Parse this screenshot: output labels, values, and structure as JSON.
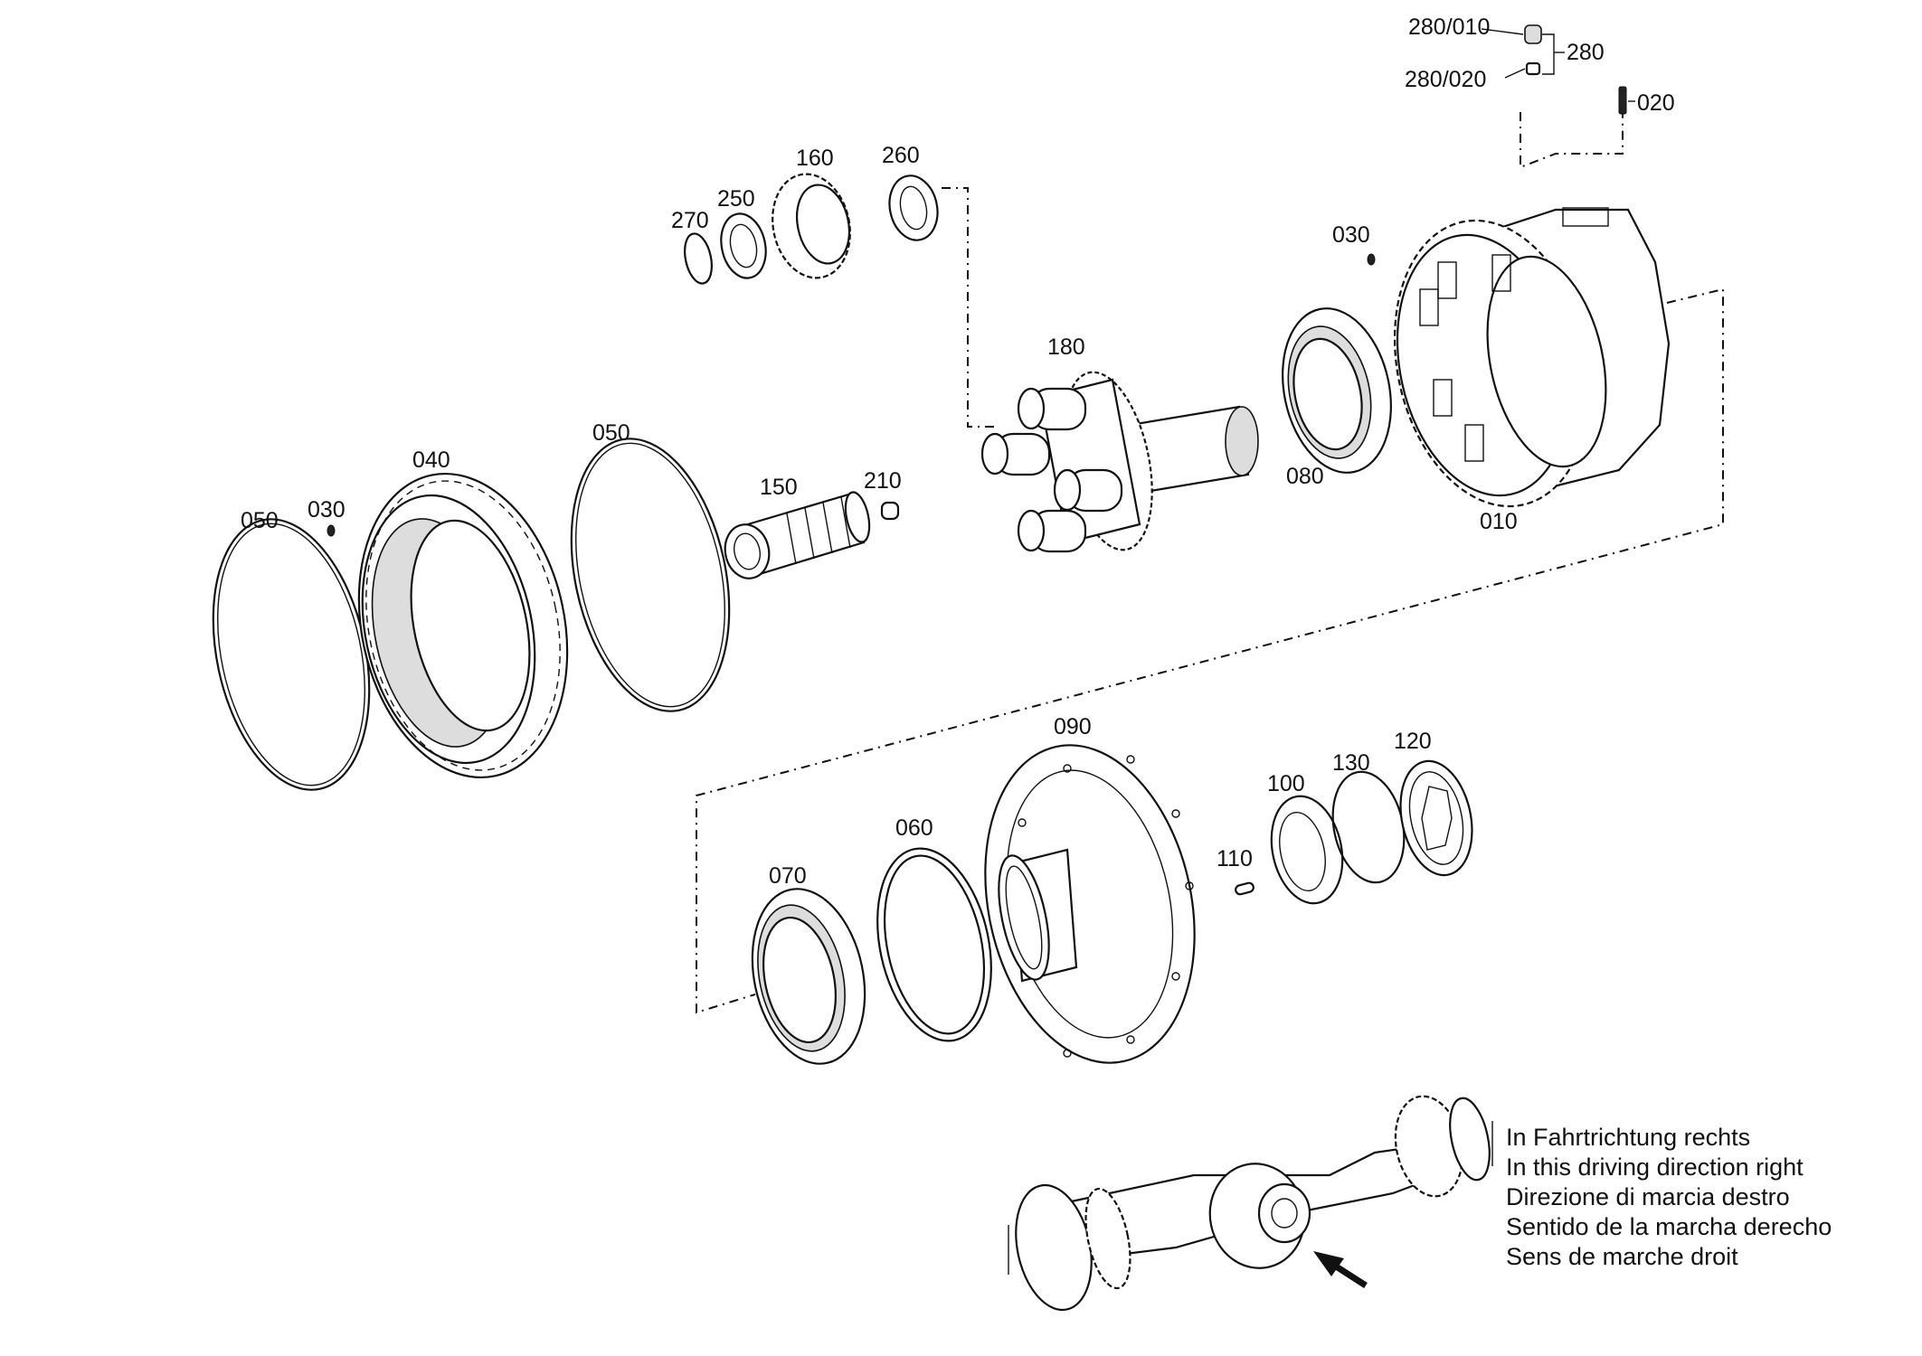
{
  "labels": {
    "l280_010": "280/010",
    "l280": "280",
    "l280_020": "280/020",
    "l020": "020",
    "l030_top": "030",
    "l010": "010",
    "l080": "080",
    "l180": "180",
    "l160": "160",
    "l260": "260",
    "l250": "250",
    "l270": "270",
    "l150": "150",
    "l210": "210",
    "l050_right": "050",
    "l040": "040",
    "l030_left": "030",
    "l050_left": "050",
    "l090": "090",
    "l060": "060",
    "l070": "070",
    "l110": "110",
    "l100": "100",
    "l130": "130",
    "l120": "120"
  },
  "caption": {
    "line1": "In Fahrtrichtung rechts",
    "line2": "In this driving direction right",
    "line3": "Direzione di marcia destro",
    "line4": "Sentido de la marcha derecho",
    "line5": "Sens de marche droit"
  }
}
